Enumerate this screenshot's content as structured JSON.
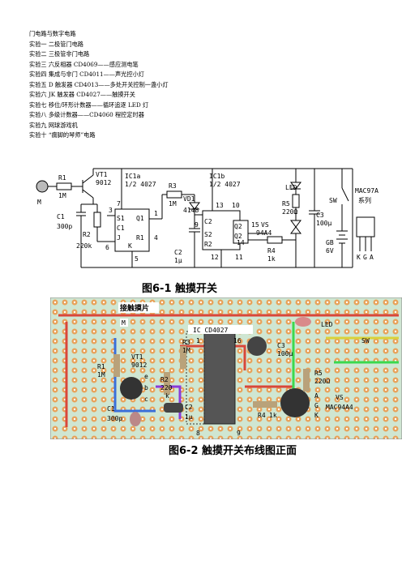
{
  "toc": {
    "heading": "门电路与数字电路",
    "items": [
      "实验一  二极管门电路",
      "实验二  三极管非门电路",
      "实验三  六反相器 CD4069——感应测电笔",
      "实验四  集成与非门 CD4011——声光控小灯",
      "实验五  D 触发器 CD4013——多处开关控制一盏小灯",
      "实验六  JK 触发器 CD4027——触摸开关",
      "实验七  移位/环形计数器——循环追逐 LED 灯",
      "实验八  多级计数器——CD4060 程控定时器",
      "实验九  网球游戏机",
      "实验十  “瘸脚的琴师”电路"
    ]
  },
  "figure1": {
    "caption": "图6-1   触摸开关",
    "labels": {
      "m": "M",
      "r1": "R1",
      "r1v": "1M",
      "vt1": "VT1",
      "vt1v": "9012",
      "ic1a": "IC1a",
      "ic1a_frac": "1/2 4027",
      "ic1b": "IC1b",
      "ic1b_frac": "1/2 4027",
      "r3": "R3",
      "r3v": "1M",
      "vd1": "VD1",
      "vd1v": "4148",
      "c1": "C1",
      "c1v": "300p",
      "r2": "R2",
      "r2v": "220k",
      "c2": "C2",
      "c2v": "1μ",
      "s1": "S1",
      "q1": "Q1",
      "c1pin": "C1",
      "j": "J",
      "k": "K",
      "r1pin": "R1",
      "s2": "S2",
      "c2pin": "C2",
      "r2pin": "R2",
      "q2": "Q2",
      "q2b": "Q2",
      "p7": "7",
      "p3": "3",
      "p6": "6",
      "p5": "5",
      "p1": "1",
      "p4": "4",
      "p13": "13",
      "p10": "10",
      "p9": "9",
      "p12": "12",
      "p11": "11",
      "p15": "15",
      "p14": "14",
      "led": "LED",
      "r5": "R5",
      "r5v": "220Ω",
      "vs": "VS",
      "vsv": "94A4",
      "r4": "R4",
      "r4v": "1k",
      "c3": "C3",
      "c3v": "100μ",
      "sw": "SW",
      "gb": "GB",
      "gbv": "6V",
      "mac": "MAC97A",
      "series": "系列",
      "k_pin": "K",
      "g_pin": "G",
      "a_pin": "A"
    }
  },
  "figure2": {
    "caption": "图6-2   触摸开关布线图正面",
    "labels": {
      "touch": "接触摸片",
      "m": "M",
      "ic": "IC CD4027",
      "r1": "R1",
      "r1v": "1M",
      "vt1": "VT1",
      "vt1v": "9012",
      "e": "e",
      "b": "b",
      "c": "c",
      "r3": "R3",
      "r3v": "1M",
      "r2": "R2",
      "r2v": "220",
      "k": "k",
      "c2": "C2",
      "c2v": "1μ",
      "c1": "C1",
      "c1v": "300p",
      "p1": "1",
      "p16": "16",
      "p8": "8",
      "p9": "9",
      "c3": "C3",
      "c3v": "100μ",
      "led": "LED",
      "sw": "SW",
      "r5": "R5",
      "r5v": "220Ω",
      "r4": "R4",
      "r4v": "1k",
      "a": "A",
      "g": "G",
      "kk": "K",
      "vs": "VS",
      "vsv": "MAC94A4"
    }
  }
}
